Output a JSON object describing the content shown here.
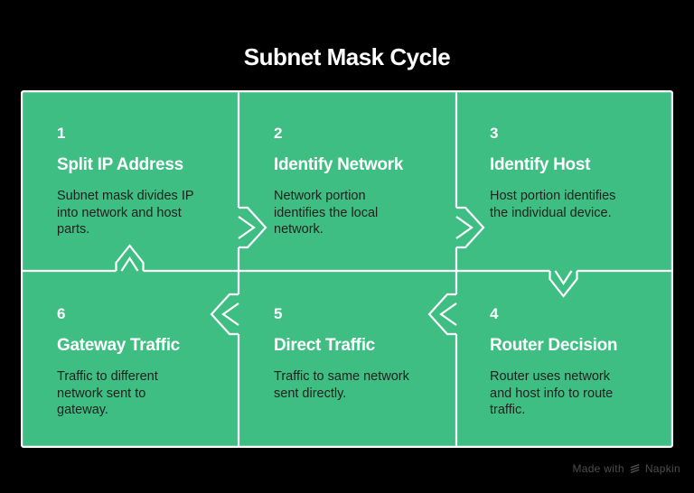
{
  "title": "Subnet Mask Cycle",
  "cells": [
    {
      "number": "1",
      "title": "Split IP Address",
      "description": "Subnet mask divides IP into network and host parts."
    },
    {
      "number": "2",
      "title": "Identify Network",
      "description": "Network portion identifies the local network."
    },
    {
      "number": "3",
      "title": "Identify Host",
      "description": "Host portion identifies the individual device."
    },
    {
      "number": "4",
      "title": "Router Decision",
      "description": "Router uses network and host info to route traffic."
    },
    {
      "number": "5",
      "title": "Direct Traffic",
      "description": "Traffic to same network sent directly."
    },
    {
      "number": "6",
      "title": "Gateway Traffic",
      "description": "Traffic to different network sent to gateway."
    }
  ],
  "arrows": [
    {
      "from": "1",
      "to": "2",
      "direction": "right"
    },
    {
      "from": "2",
      "to": "3",
      "direction": "right"
    },
    {
      "from": "3",
      "to": "4",
      "direction": "down"
    },
    {
      "from": "4",
      "to": "5",
      "direction": "left"
    },
    {
      "from": "5",
      "to": "6",
      "direction": "left"
    },
    {
      "from": "6",
      "to": "1",
      "direction": "up"
    }
  ],
  "credit": {
    "label": "Made with",
    "brand": "Napkin"
  },
  "colors": {
    "background": "#000000",
    "panel_green": "#3EBE83",
    "line_white": "#FFFFFF",
    "title_text": "#FFFFFF",
    "description_text": "#1F1F1F",
    "credit_text": "#4D4D4D"
  }
}
